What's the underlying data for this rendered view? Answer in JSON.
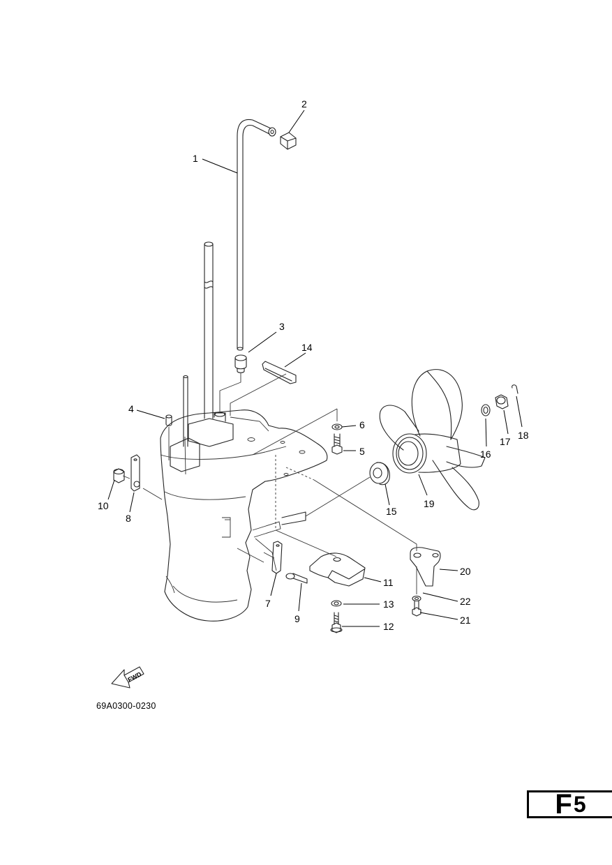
{
  "diagram": {
    "callouts": [
      "1",
      "2",
      "3",
      "4",
      "5",
      "6",
      "7",
      "8",
      "9",
      "10",
      "11",
      "12",
      "13",
      "14",
      "15",
      "16",
      "17",
      "18",
      "19",
      "20",
      "21",
      "22"
    ],
    "fwd_label": "FWD",
    "drawing_code": "69A0300-0230"
  },
  "page_tag": {
    "letter": "F",
    "digit": "5"
  }
}
